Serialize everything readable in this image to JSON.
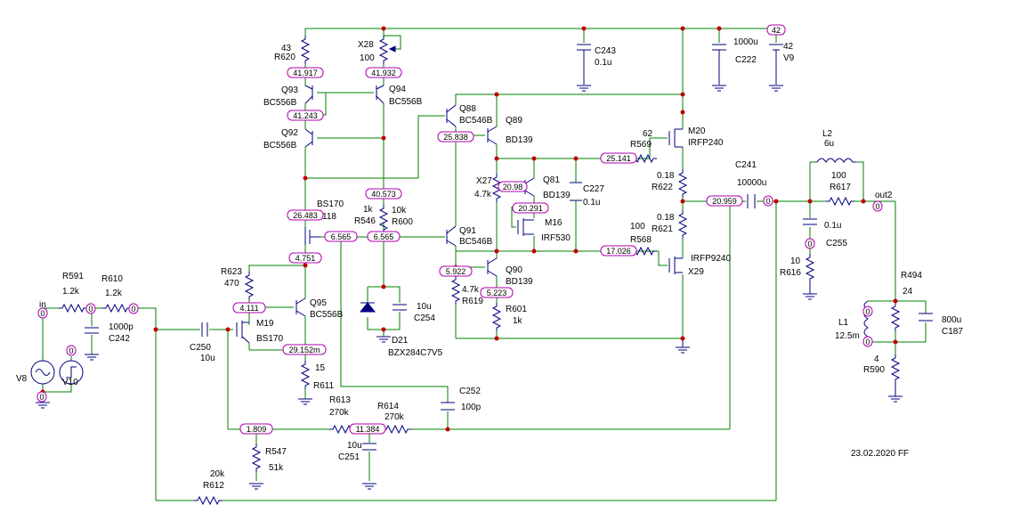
{
  "labels": {
    "r620": "R620",
    "r620_val": "43",
    "x28": "X28",
    "x28_val": "100",
    "q93": "Q93",
    "q93_model": "BC556B",
    "q94": "Q94",
    "q94_model": "BC556B",
    "q92": "Q92",
    "q92_model": "BC556B",
    "q88": "Q88",
    "q88_model": "BC546B",
    "q89": "Q89",
    "q89_model": "BD139",
    "q81": "Q81",
    "q81_model": "BD139",
    "q91": "Q91",
    "q91_model": "BC546B",
    "q90": "Q90",
    "q90_model": "BD139",
    "q95": "Q95",
    "q95_model": "BC556B",
    "m16": "M16",
    "m16_model": "IRF530",
    "m19": "M19",
    "m19_model": "BS170",
    "bs170": "BS170",
    "bs170_val": "118",
    "m20": "M20",
    "m20_model": "IRFP240",
    "x29_model": "IRFP9240",
    "x29": "X29",
    "r569_val": "62",
    "r569": "R569",
    "r622_val": "0.18",
    "r622": "R622",
    "r621_val": "0.18",
    "r621": "R621",
    "r568_val": "100",
    "r568": "R568",
    "c243": "C243",
    "c243_val": "0.1u",
    "c222_val": "1000u",
    "c222": "C222",
    "v9_val": "42",
    "v9": "V9",
    "x27": "X27",
    "x27_val": "4.7k",
    "c227": "C227",
    "c227_val": "0.1u",
    "r546_val": "1k",
    "r546": "R546",
    "r600_val": "10k",
    "r600": "R600",
    "c254_val": "10u",
    "c254": "C254",
    "d21": "D21",
    "d21_model": "BZX284C7V5",
    "r623": "R623",
    "r623_val": "470",
    "r611_val": "15",
    "r611": "R611",
    "r619_val": "4.7k",
    "r619": "R619",
    "r601": "R601",
    "r601_val": "1k",
    "r591": "R591",
    "r591_val": "1.2k",
    "r610": "R610",
    "r610_val": "1.2k",
    "c242_val": "1000p",
    "c242": "C242",
    "c250": "C250",
    "c250_val": "10u",
    "v8": "V8",
    "v10": "V10",
    "r613": "R613",
    "r613_val": "270k",
    "r614": "R614",
    "r614_val": "270k",
    "c252": "C252",
    "c252_val": "100p",
    "c251_val": "10u",
    "c251": "C251",
    "r547": "R547",
    "r547_val": "51k",
    "r612_val": "20k",
    "r612": "R612",
    "c241": "C241",
    "c241_val": "10000u",
    "l2": "L2",
    "l2_val": "6u",
    "r617_val": "100",
    "r617": "R617",
    "c255_val": "0.1u",
    "c255": "C255",
    "r616_val": "10",
    "r616": "R616",
    "r494": "R494",
    "r494_val": "24",
    "l1": "L1",
    "l1_val": "12.5m",
    "c187_val": "800u",
    "c187": "C187",
    "r590_val": "4",
    "r590": "R590",
    "in": "in",
    "out2": "out2",
    "date": "23.02.2020 FF"
  },
  "nodes": {
    "n1": "41.917",
    "n2": "41.932",
    "n3": "41.243",
    "n4": "25.838",
    "n5": "40.573",
    "n6": "26.483",
    "n7": "6.565",
    "n8": "6.565",
    "n9": "4.751",
    "n10": "4.111",
    "n11": "29.152m",
    "n12": "5.922",
    "n13": "5.223",
    "n14": "20.98",
    "n15": "20.291",
    "n16": "25.141",
    "n17": "17.026",
    "n18": "20.959",
    "n19": "0",
    "n20": "0",
    "n21": "0",
    "n22": "0",
    "n23": "0",
    "n24": "42",
    "n25": "1.809",
    "n26": "11.384",
    "n27": "0",
    "n28": "0",
    "n29": "0",
    "n30": "0",
    "n31": "0"
  }
}
